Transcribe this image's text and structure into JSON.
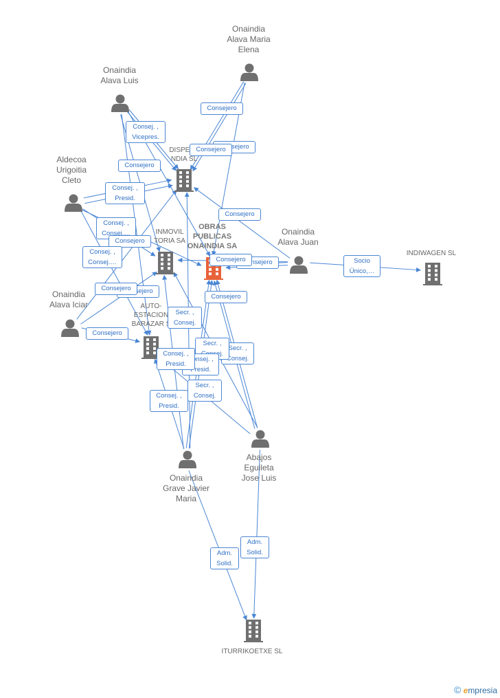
{
  "colors": {
    "edge": "#4a86d4",
    "person": "#6f6f6f",
    "company": "#6f6f6f",
    "focus": "#e8623a"
  },
  "nodes": [
    {
      "id": "elena",
      "type": "person",
      "label": "Onaindia\nAlava Maria\nElena"
    },
    {
      "id": "luis",
      "type": "person",
      "label": "Onaindia\nAlava Luis"
    },
    {
      "id": "cleto",
      "type": "person",
      "label": "Aldecoa\nUrigoitia\nCleto"
    },
    {
      "id": "iciar",
      "type": "person",
      "label": "Onaindia\nAlava Iciar"
    },
    {
      "id": "juan",
      "type": "person",
      "label": "Onaindia\nAlava Juan"
    },
    {
      "id": "javier",
      "type": "person",
      "label": "Onaindia\nGrave Javier\nMaria"
    },
    {
      "id": "abajos",
      "type": "person",
      "label": "Abajos\nEguileta\nJose Luis"
    },
    {
      "id": "dispet",
      "type": "company",
      "label": "DISPETR\nNDIA SL"
    },
    {
      "id": "inmovil",
      "type": "company",
      "label": "INMOVIL\nTORIA SA"
    },
    {
      "id": "obras",
      "type": "focus",
      "label": "OBRAS\nPUBLICAS\nONAINDIA SA"
    },
    {
      "id": "auto",
      "type": "company",
      "label": "AUTO-\nESTACION\nBARAZAR S"
    },
    {
      "id": "indiwagen",
      "type": "company",
      "label": "INDIWAGEN SL"
    },
    {
      "id": "iturri",
      "type": "company",
      "label": "ITURRIKOETXE SL"
    }
  ],
  "edge_labels": [
    "Consejero",
    "Consej. ,\nVicepres.",
    "Consejero",
    "Consejero",
    "Consejero",
    "Consej. ,\nPresid.",
    "Consejero",
    "Consej. ,\nConsej.…",
    "Consejero",
    "Consej. ,\nConsej.…",
    "Consejero",
    "Consejero",
    "Consejero",
    "Consejero",
    "Consejero",
    "Socio\nÚnico,…",
    "Consejero",
    "Secr. ,\nConsej.",
    "Secr. ,\nConsej.",
    "Secr. ,\nConsej.",
    "Consej. ,\nPresid.",
    "Secr. ,\nConsej.",
    "Consej. ,\nPresid.",
    "Adm.\nSolid.",
    "Adm.\nSolid."
  ],
  "copyright": {
    "symbol": "©",
    "brand_e": "e",
    "brand_rest": "mpresia"
  }
}
